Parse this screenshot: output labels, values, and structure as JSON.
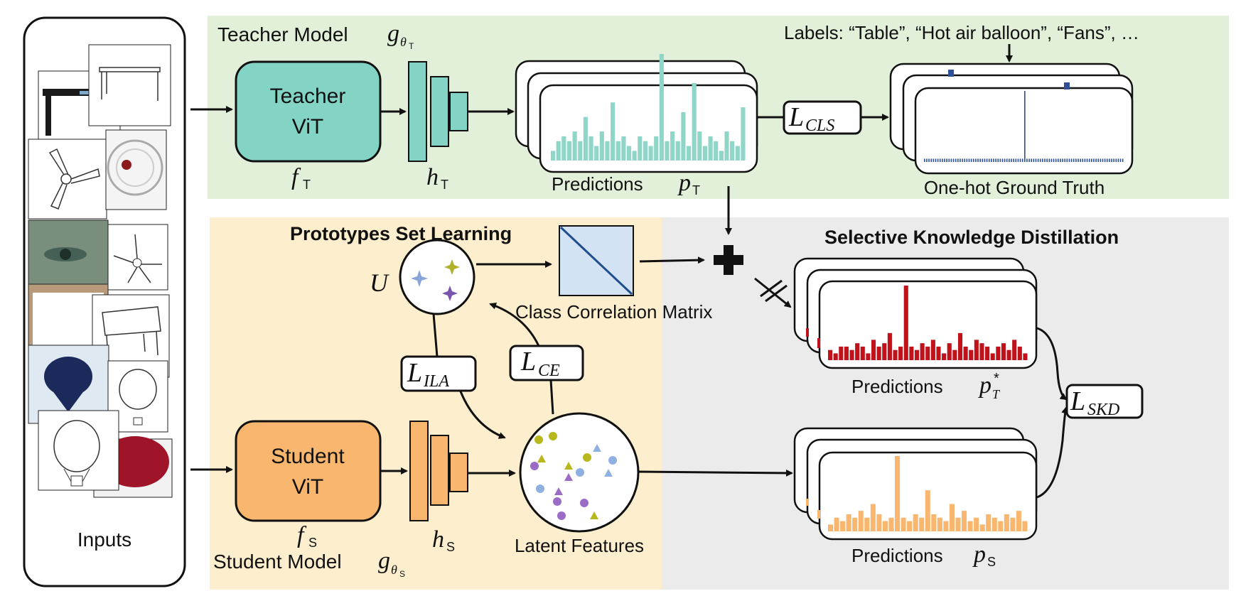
{
  "regions": {
    "teacher_title": "Teacher Model",
    "teacher_title_math": "g",
    "teacher_title_sub": "θ",
    "teacher_title_subsub": "T",
    "student_title": "Student Model",
    "student_title_math": "g",
    "student_title_sub": "θ",
    "student_title_subsub": "S",
    "prototypes_title": "Prototypes Set Learning",
    "skd_title": "Selective Knowledge Distillation"
  },
  "inputs": {
    "label": "Inputs"
  },
  "teacher": {
    "vit_line1": "Teacher",
    "vit_line2": "ViT",
    "f_label": "f",
    "f_sub": "T",
    "h_label": "h",
    "h_sub": "T",
    "pred_label": "Predictions",
    "pred_math": "p",
    "pred_sub": "T",
    "loss_main": "L",
    "loss_sub": "CLS",
    "labels_text": "Labels: “Table”, “Hot air balloon”, “Fans”, …",
    "gt_label": "One-hot Ground Truth"
  },
  "student": {
    "vit_line1": "Student",
    "vit_line2": "ViT",
    "f_label": "f",
    "f_sub": "S",
    "h_label": "h",
    "h_sub": "S",
    "latent_label": "Latent Features",
    "pred_label": "Predictions",
    "pred_math": "p",
    "pred_sub": "S"
  },
  "prototypes": {
    "set_symbol": "U",
    "matrix_label": "Class Correlation Matrix",
    "loss_ila_main": "L",
    "loss_ila_sub": "ILA",
    "loss_ce_main": "L",
    "loss_ce_sub": "CE"
  },
  "skd": {
    "pred_label": "Predictions",
    "pred_math": "p",
    "pred_sub": "T",
    "pred_sup": "*",
    "loss_main": "L",
    "loss_sub": "SKD"
  },
  "colors": {
    "teacher_bg": "#e2efd9",
    "prototypes_bg": "#fdefcd",
    "skd_bg": "#ebebeb",
    "teacher_vit": "#84d4c6",
    "student_vit": "#f9b66e",
    "teacher_bars": "#8fd6c8",
    "gt_bars": "#2e4f96",
    "teacher_star_bars": "#c0121a",
    "student_bars": "#f9b66e",
    "matrix_bg": "#d3e3f3",
    "matrix_diag": "#1f4e8c"
  },
  "chart_data": [
    {
      "type": "bar",
      "name_hint": "teacher-predictions",
      "values": [
        2,
        4,
        5,
        4,
        6,
        4,
        9,
        5,
        3,
        6,
        4,
        12,
        4,
        5,
        3,
        2,
        5,
        4,
        3,
        5,
        22,
        4,
        6,
        4,
        10,
        3,
        16,
        6,
        3,
        5,
        4,
        2,
        6,
        4,
        3,
        11
      ]
    },
    {
      "type": "bar",
      "name_hint": "one-hot-ground-truth",
      "values": [
        1,
        1,
        1,
        1,
        1,
        1,
        1,
        1,
        1,
        1,
        1,
        1,
        1,
        1,
        1,
        1,
        1,
        1,
        1,
        1,
        1,
        1,
        1,
        1,
        1,
        1,
        1,
        1,
        1,
        1,
        1,
        1,
        1,
        1,
        1,
        1,
        1,
        1,
        1,
        1,
        1,
        1,
        1,
        1,
        1,
        22,
        1,
        1,
        1,
        1,
        1,
        1,
        1,
        1,
        1,
        1,
        1,
        1,
        1,
        1,
        1,
        1,
        1,
        1,
        1,
        1,
        1,
        1,
        1,
        1,
        1,
        1,
        1,
        1,
        1,
        1,
        1,
        1,
        1,
        1,
        1,
        1,
        1,
        1,
        1,
        1,
        1,
        1,
        1,
        1
      ]
    },
    {
      "type": "bar",
      "name_hint": "teacher-star-predictions",
      "values": [
        3,
        2,
        4,
        4,
        3,
        5,
        4,
        2,
        6,
        4,
        5,
        8,
        3,
        4,
        22,
        4,
        3,
        5,
        4,
        6,
        4,
        2,
        5,
        3,
        8,
        4,
        3,
        6,
        5,
        4,
        2,
        4,
        5,
        3,
        6,
        4,
        2
      ]
    },
    {
      "type": "bar",
      "name_hint": "student-predictions",
      "values": [
        2,
        4,
        3,
        5,
        4,
        6,
        4,
        8,
        5,
        3,
        4,
        22,
        4,
        3,
        5,
        4,
        12,
        5,
        4,
        3,
        8,
        4,
        6,
        3,
        4,
        2,
        5,
        4,
        3,
        5,
        4,
        6,
        3
      ]
    }
  ]
}
